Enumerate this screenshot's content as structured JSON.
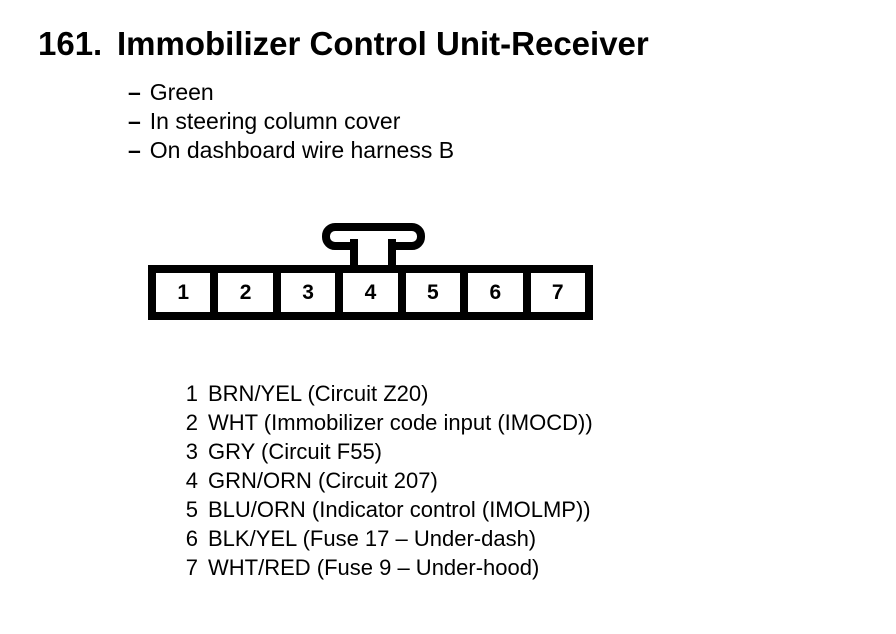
{
  "page": {
    "background": "#ffffff",
    "ink": "#000000"
  },
  "header": {
    "number": "161.",
    "title": "Immobilizer Control Unit-Receiver"
  },
  "notes": {
    "bullet": "–",
    "items": [
      "Green",
      "In steering column cover",
      "On dashboard wire harness B"
    ]
  },
  "connector": {
    "pins": [
      "1",
      "2",
      "3",
      "4",
      "5",
      "6",
      "7"
    ]
  },
  "pin_list": [
    {
      "pin": "1",
      "description": "BRN/YEL (Circuit Z20)"
    },
    {
      "pin": "2",
      "description": "WHT (Immobilizer code input (IMOCD))"
    },
    {
      "pin": "3",
      "description": "GRY (Circuit F55)"
    },
    {
      "pin": "4",
      "description": "GRN/ORN (Circuit 207)"
    },
    {
      "pin": "5",
      "description": "BLU/ORN (Indicator control (IMOLMP))"
    },
    {
      "pin": "6",
      "description": "BLK/YEL (Fuse 17 – Under-dash)"
    },
    {
      "pin": "7",
      "description": "WHT/RED (Fuse 9 – Under-hood)"
    }
  ]
}
